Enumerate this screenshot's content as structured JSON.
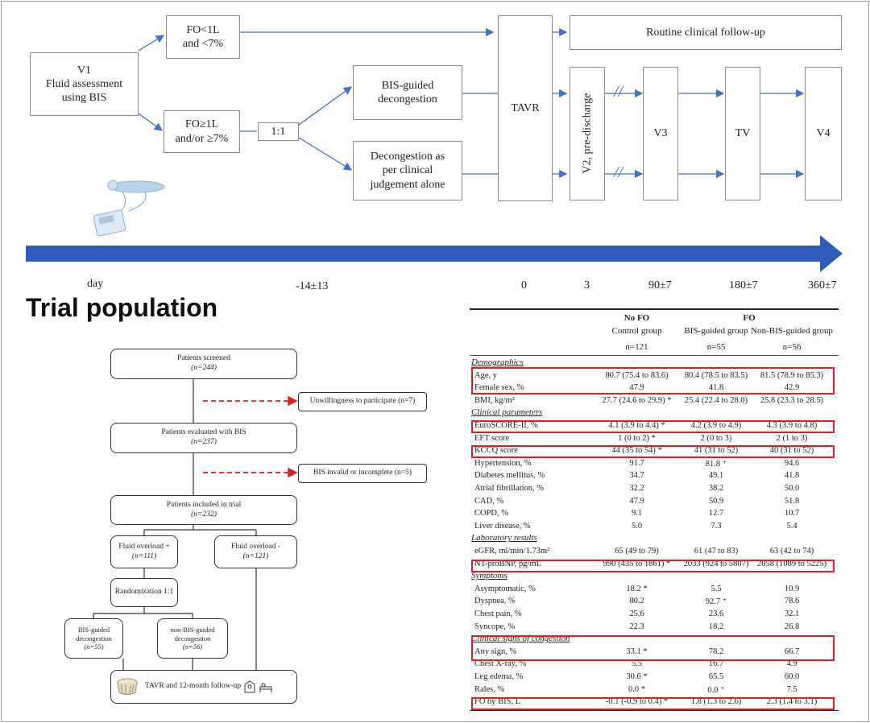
{
  "colors": {
    "arrow": "#4472c4",
    "timeline": "#2f5cb8",
    "highlight": "#e02020",
    "dashed": "#e02020"
  },
  "flow": {
    "v1": "V1\nFluid assessment\nusing BIS",
    "fo_low": "FO<1L\nand <7%",
    "fo_high": "FO≥1L\nand/or ≥7%",
    "ratio": "1:1",
    "bis_guided": "BIS-guided\ndecongestion",
    "clinical": "Decongestion as\nper clinical\njudgement alone",
    "tavr": "TAVR",
    "routine": "Routine clinical follow-up",
    "v2": "V2, pre-discharge",
    "v3": "V3",
    "tv": "TV",
    "v4": "V4",
    "break_mark": "//"
  },
  "timeline": {
    "day": "day",
    "t1": "-14±13",
    "t2": "0",
    "t3": "3",
    "t4": "90±7",
    "t5": "180±7",
    "t6": "360±7"
  },
  "section_title": "Trial population",
  "consort": {
    "screened": "Patients screened",
    "screened_n": "(n=244)",
    "unwilling": "Unwillingness to participate (n=7)",
    "evaluated": "Patients evaluated with BIS",
    "evaluated_n": "(n=237)",
    "invalid": "BIS invalid or incomplete (n=5)",
    "included": "Patients included in trial",
    "included_n": "(n=232)",
    "fo_plus": "Fluid overload +",
    "fo_plus_n": "(n=111)",
    "fo_minus": "Fluid overload -",
    "fo_minus_n": "(n=121)",
    "random": "Randomization 1:1",
    "bisg": "BIS-guided\ndecongestion",
    "bisg_n": "(n=55)",
    "nonbis": "non-BIS-guided\ndecongestion",
    "nonbis_n": "(n=56)",
    "final": "TAVR and 12-month follow-up"
  },
  "table": {
    "head": {
      "g1": "No FO",
      "g2": "FO",
      "c1": "Control group",
      "c2": "BIS-guided group",
      "c3": "Non-BIS-guided group",
      "n1": "n=121",
      "n2": "n=55",
      "n3": "n=56"
    },
    "sections": [
      {
        "name": "Demographics",
        "rows": [
          [
            "Age, y",
            "80.7 (75.4 to 83.6)",
            "80.4 (78.5 to 83.5)",
            "81.5 (78.9 to 85.3)"
          ],
          [
            "Female sex, %",
            "47.9",
            "41.8",
            "42.9"
          ],
          [
            "BMI, kg/m²",
            "27.7 (24.6 to 29.9) *",
            "25.4 (22.4 to 28.0)",
            "25.8 (23.3 to 28.5)"
          ]
        ]
      },
      {
        "name": "Clinical parameters",
        "rows": [
          [
            "EuroSCORE-II, %",
            "4.1 (3.9 to 4.4) *",
            "4.2 (3.9 to 4.9)",
            "4.3 (3.9 to 4.8)"
          ],
          [
            "EFT score",
            "1 (0 to 2) *",
            "2 (0 to 3)",
            "2 (1 to 3)"
          ],
          [
            "KCCQ score",
            "44 (35 to 54) *",
            "41 (31 to 52)",
            "40 (31 to 52)"
          ],
          [
            "Hypertension, %",
            "91.7",
            "81.8 ⁺",
            "94.6"
          ],
          [
            "Diabetes mellitus, %",
            "34.7",
            "49.1",
            "41.8"
          ],
          [
            "Atrial fibrillation, %",
            "32.2",
            "38.2",
            "50.0"
          ],
          [
            "CAD, %",
            "47.9",
            "50.9",
            "51.8"
          ],
          [
            "COPD, %",
            "9.1",
            "12.7",
            "10.7"
          ],
          [
            "Liver disease, %",
            "5.0",
            "7.3",
            "5.4"
          ]
        ]
      },
      {
        "name": "Laboratory results",
        "rows": [
          [
            "eGFR, ml/min/1.73m²",
            "65 (49 to 79)",
            "61 (47 to 83)",
            "63 (42 to 74)"
          ],
          [
            "NT-proBNP, pg/mL",
            "990 (435 to 1861) *",
            "2033 (924 to 5807)",
            "2058 (1089 to 5225)"
          ]
        ]
      },
      {
        "name": "Symptoms",
        "rows": [
          [
            "Asymptomatic, %",
            "18.2 *",
            "5.5",
            "10.9"
          ],
          [
            "Dyspnea, %",
            "80.2",
            "92.7 ⁺",
            "78.6"
          ],
          [
            "Chest pain, %",
            "25.6",
            "23.6",
            "32.1"
          ],
          [
            "Syncope, %",
            "22.3",
            "18.2",
            "26.8"
          ]
        ]
      },
      {
        "name": "Clinical signs of congestion",
        "rows": [
          [
            "Any sign, %",
            "33.1 *",
            "78.2",
            "66.7"
          ],
          [
            "Chest X-ray, %",
            "5.5",
            "16.7",
            "4.9"
          ],
          [
            "Leg edema, %",
            "30.6 *",
            "65.5",
            "60.0"
          ],
          [
            "Rales, %",
            "0.0 *",
            "0.0 ⁺",
            "7.5"
          ]
        ]
      },
      {
        "name": "",
        "rows": [
          [
            "FO by BIS, L",
            "-0.1 (-0.9 to 0.4) *",
            "1.8 (1.3 to 2.6)",
            "2.3 (1.4 to 3.1)"
          ]
        ]
      }
    ]
  }
}
